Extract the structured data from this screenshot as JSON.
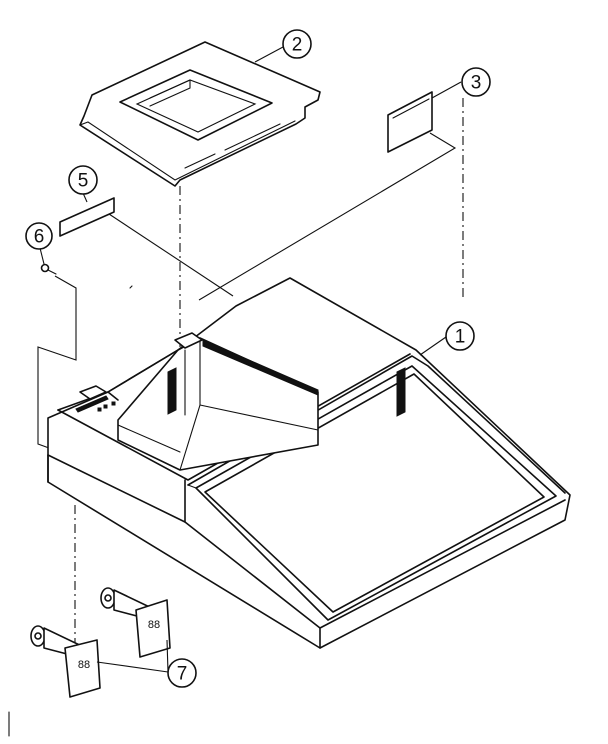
{
  "diagram": {
    "callouts": [
      {
        "id": "1",
        "label": "1"
      },
      {
        "id": "2",
        "label": "2"
      },
      {
        "id": "3",
        "label": "3"
      },
      {
        "id": "5",
        "label": "5"
      },
      {
        "id": "6",
        "label": "6"
      },
      {
        "id": "7",
        "label": "7"
      }
    ],
    "bracket_markings": [
      "88",
      "88"
    ]
  }
}
